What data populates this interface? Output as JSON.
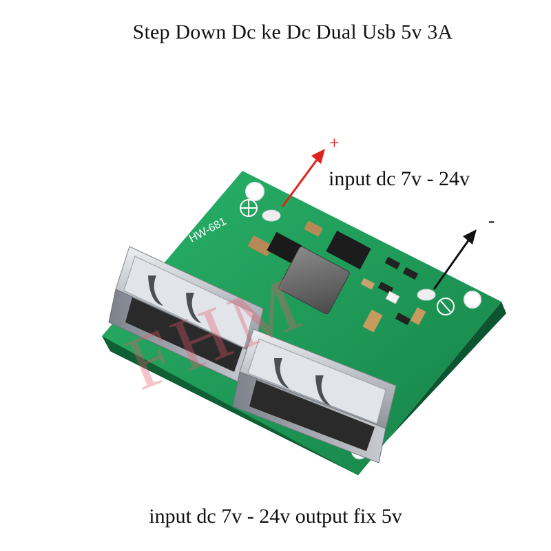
{
  "title": "Step Down Dc ke Dc Dual Usb 5v 3A",
  "input_label": "input dc 7v - 24v",
  "plus_symbol": "+",
  "minus_symbol": "-",
  "bottom_label": "input dc 7v - 24v output fix 5v",
  "board_marking": "HW-681",
  "watermark": "FHM",
  "colors": {
    "pcb_green": "#1f9e5a",
    "pcb_dark": "#14733f",
    "arrow_red": "#e0221c",
    "arrow_black": "#111111",
    "usb_metal": "#c9ccd1"
  }
}
